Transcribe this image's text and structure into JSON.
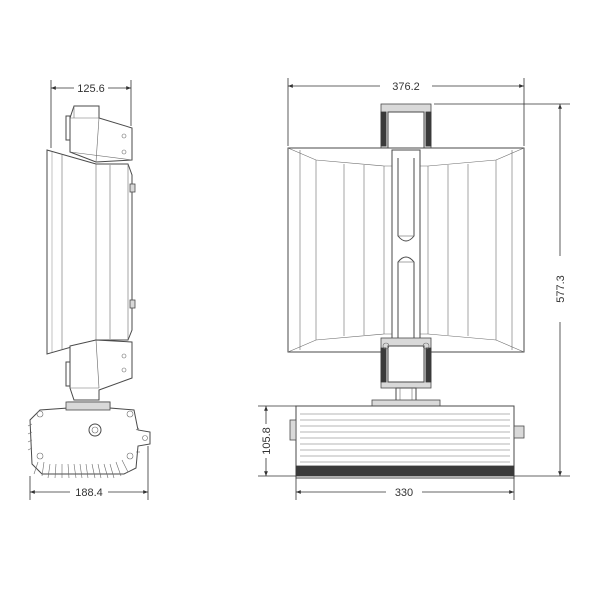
{
  "dimensions": {
    "side_width": "125.6",
    "total_width": "376.2",
    "total_height": "577.3",
    "base_height": "105.8",
    "base_width": "188.4",
    "housing_width": "330"
  },
  "colors": {
    "line": "#4a4a4a",
    "dark_band": "#3a3a3a",
    "background": "#ffffff"
  }
}
